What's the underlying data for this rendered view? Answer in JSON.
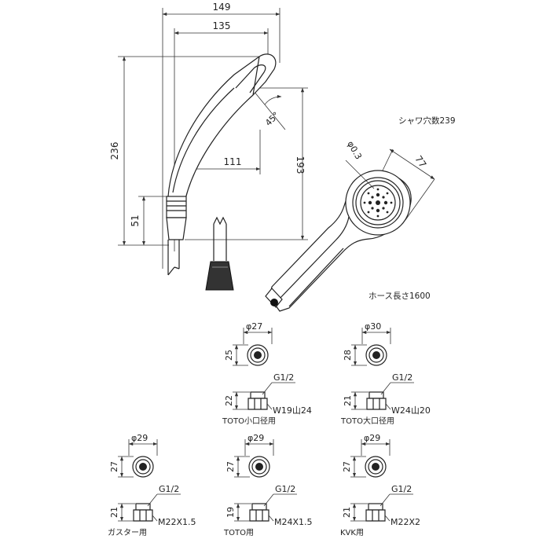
{
  "handle_view": {
    "dim_149": "149",
    "dim_135": "135",
    "dim_236": "236",
    "dim_193": "193",
    "dim_111": "111",
    "dim_51": "51",
    "angle": "45°"
  },
  "head_view": {
    "shower_holes": "シャワ穴数239",
    "hole_dia": "φ0.3",
    "dim_77": "77",
    "hose_length": "ホース長さ1600"
  },
  "adapters": [
    {
      "dia": "φ27",
      "height": "25",
      "thread": "G1/2",
      "length": "22",
      "spec": "W19山24",
      "label": "TOTO小口径用"
    },
    {
      "dia": "φ30",
      "height": "28",
      "thread": "G1/2",
      "length": "21",
      "spec": "W24山20",
      "label": "TOTO大口径用"
    },
    {
      "dia": "φ29",
      "height": "27",
      "thread": "G1/2",
      "length": "21",
      "spec": "M22X1.5",
      "label": "ガスター用"
    },
    {
      "dia": "φ29",
      "height": "27",
      "thread": "G1/2",
      "length": "19",
      "spec": "M24X1.5",
      "label": "TOTO用"
    },
    {
      "dia": "φ29",
      "height": "27",
      "thread": "G1/2",
      "length": "21",
      "spec": "M22X2",
      "label": "KVK用"
    }
  ]
}
